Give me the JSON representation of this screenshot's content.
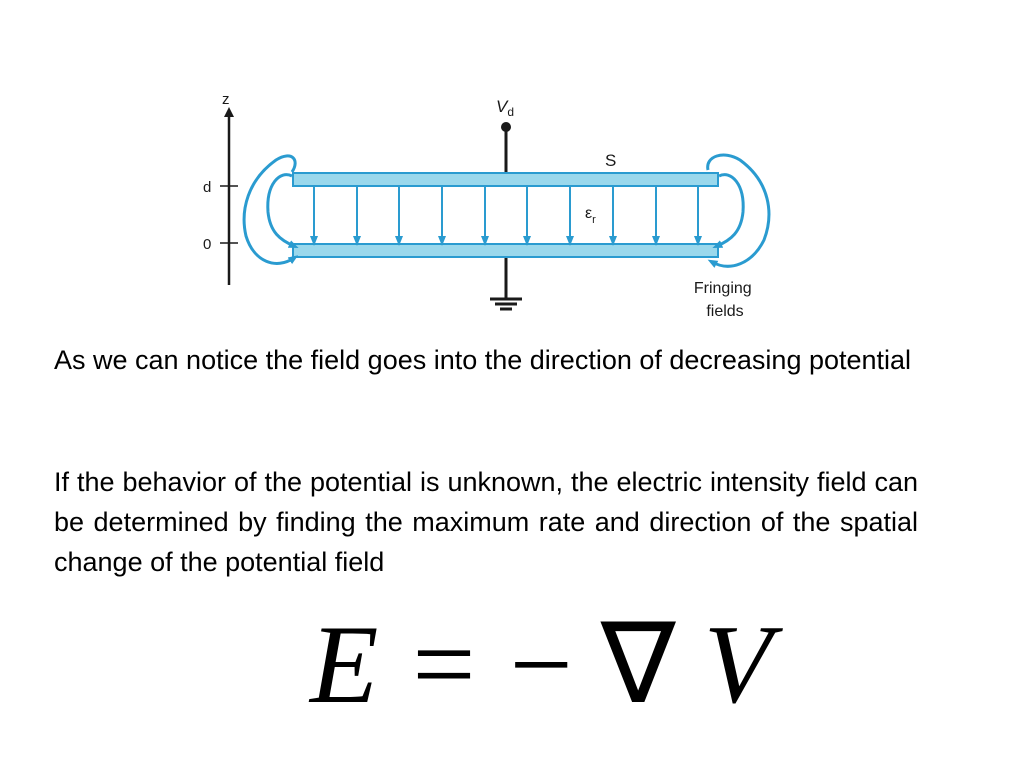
{
  "diagram": {
    "axis_label": "z",
    "tick_d_label": "d",
    "tick_0_label": "0",
    "voltage_label_main": "V",
    "voltage_label_sub": "d",
    "surface_label": "S",
    "permittivity_main": "ε",
    "permittivity_sub": "r",
    "fringing_line1": "Fringing",
    "fringing_line2": "fields",
    "colors": {
      "plate_fill": "#9ad8ec",
      "plate_stroke": "#2a9bd0",
      "field_line": "#2a9bd0",
      "ink": "#1a1a1a"
    }
  },
  "paragraph1": "As we can notice the field goes into the direction of decreasing potential",
  "paragraph2": "If the behavior of the potential is unknown, the electric intensity field can be determined by finding the maximum rate and direction of the spatial change of the potential field",
  "equation": {
    "lhs": "E",
    "equals": "=",
    "minus": "−",
    "nabla": "∇",
    "rhs": "V"
  }
}
